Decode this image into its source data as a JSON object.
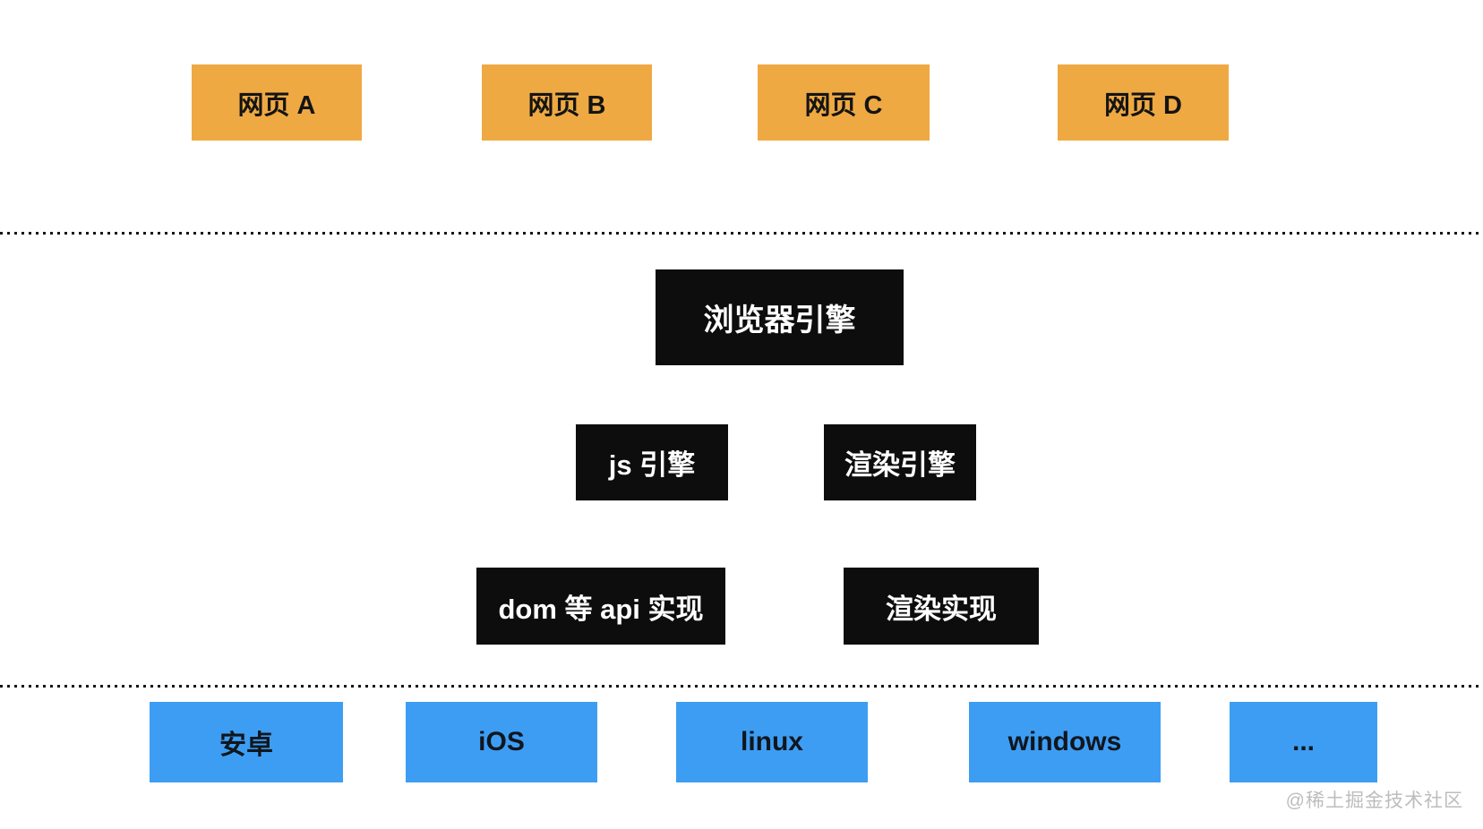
{
  "diagram": {
    "colors": {
      "background": "#FFFFFF",
      "page_box": "#EFA943",
      "engine_box": "#0D0D0D",
      "os_box": "#3D9DF3",
      "dotted_line": "#151515",
      "watermark": "#BDBDBD"
    },
    "pages_layer": {
      "items": [
        {
          "label": "网页 A"
        },
        {
          "label": "网页 B"
        },
        {
          "label": "网页 C"
        },
        {
          "label": "网页 D"
        }
      ]
    },
    "engine_layer": {
      "root": {
        "label": "浏览器引擎"
      },
      "engines": [
        {
          "label": "js 引擎"
        },
        {
          "label": "渲染引擎"
        }
      ],
      "implementations": [
        {
          "label": "dom 等 api 实现"
        },
        {
          "label": "渲染实现"
        }
      ]
    },
    "os_layer": {
      "items": [
        {
          "label": "安卓"
        },
        {
          "label": "iOS"
        },
        {
          "label": "linux"
        },
        {
          "label": "windows"
        },
        {
          "label": "..."
        }
      ]
    },
    "watermark": "@稀土掘金技术社区"
  }
}
